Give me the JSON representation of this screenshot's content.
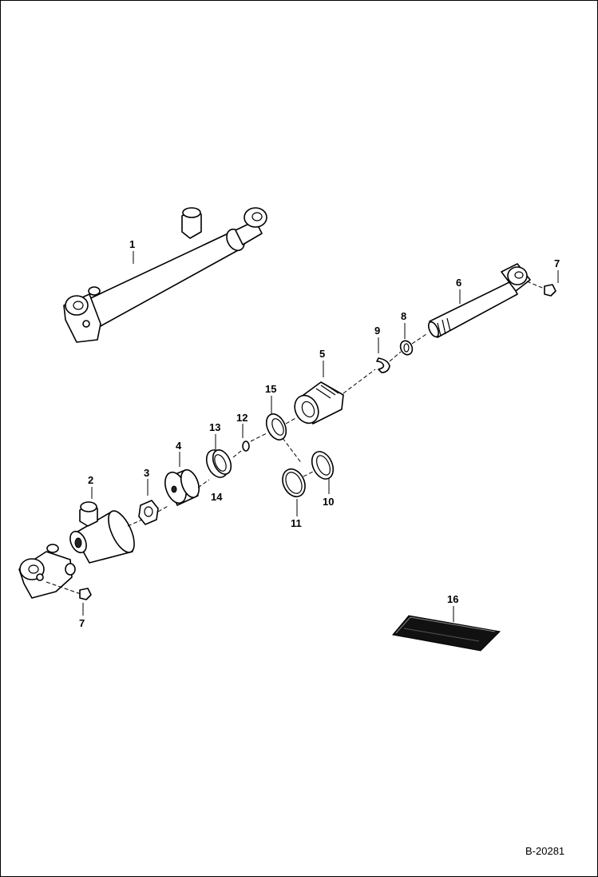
{
  "callouts": [
    "1",
    "2",
    "3",
    "4",
    "5",
    "6",
    "7",
    "7",
    "8",
    "9",
    "10",
    "11",
    "12",
    "13",
    "14",
    "15",
    "16"
  ],
  "drawing_code": "B-20281"
}
